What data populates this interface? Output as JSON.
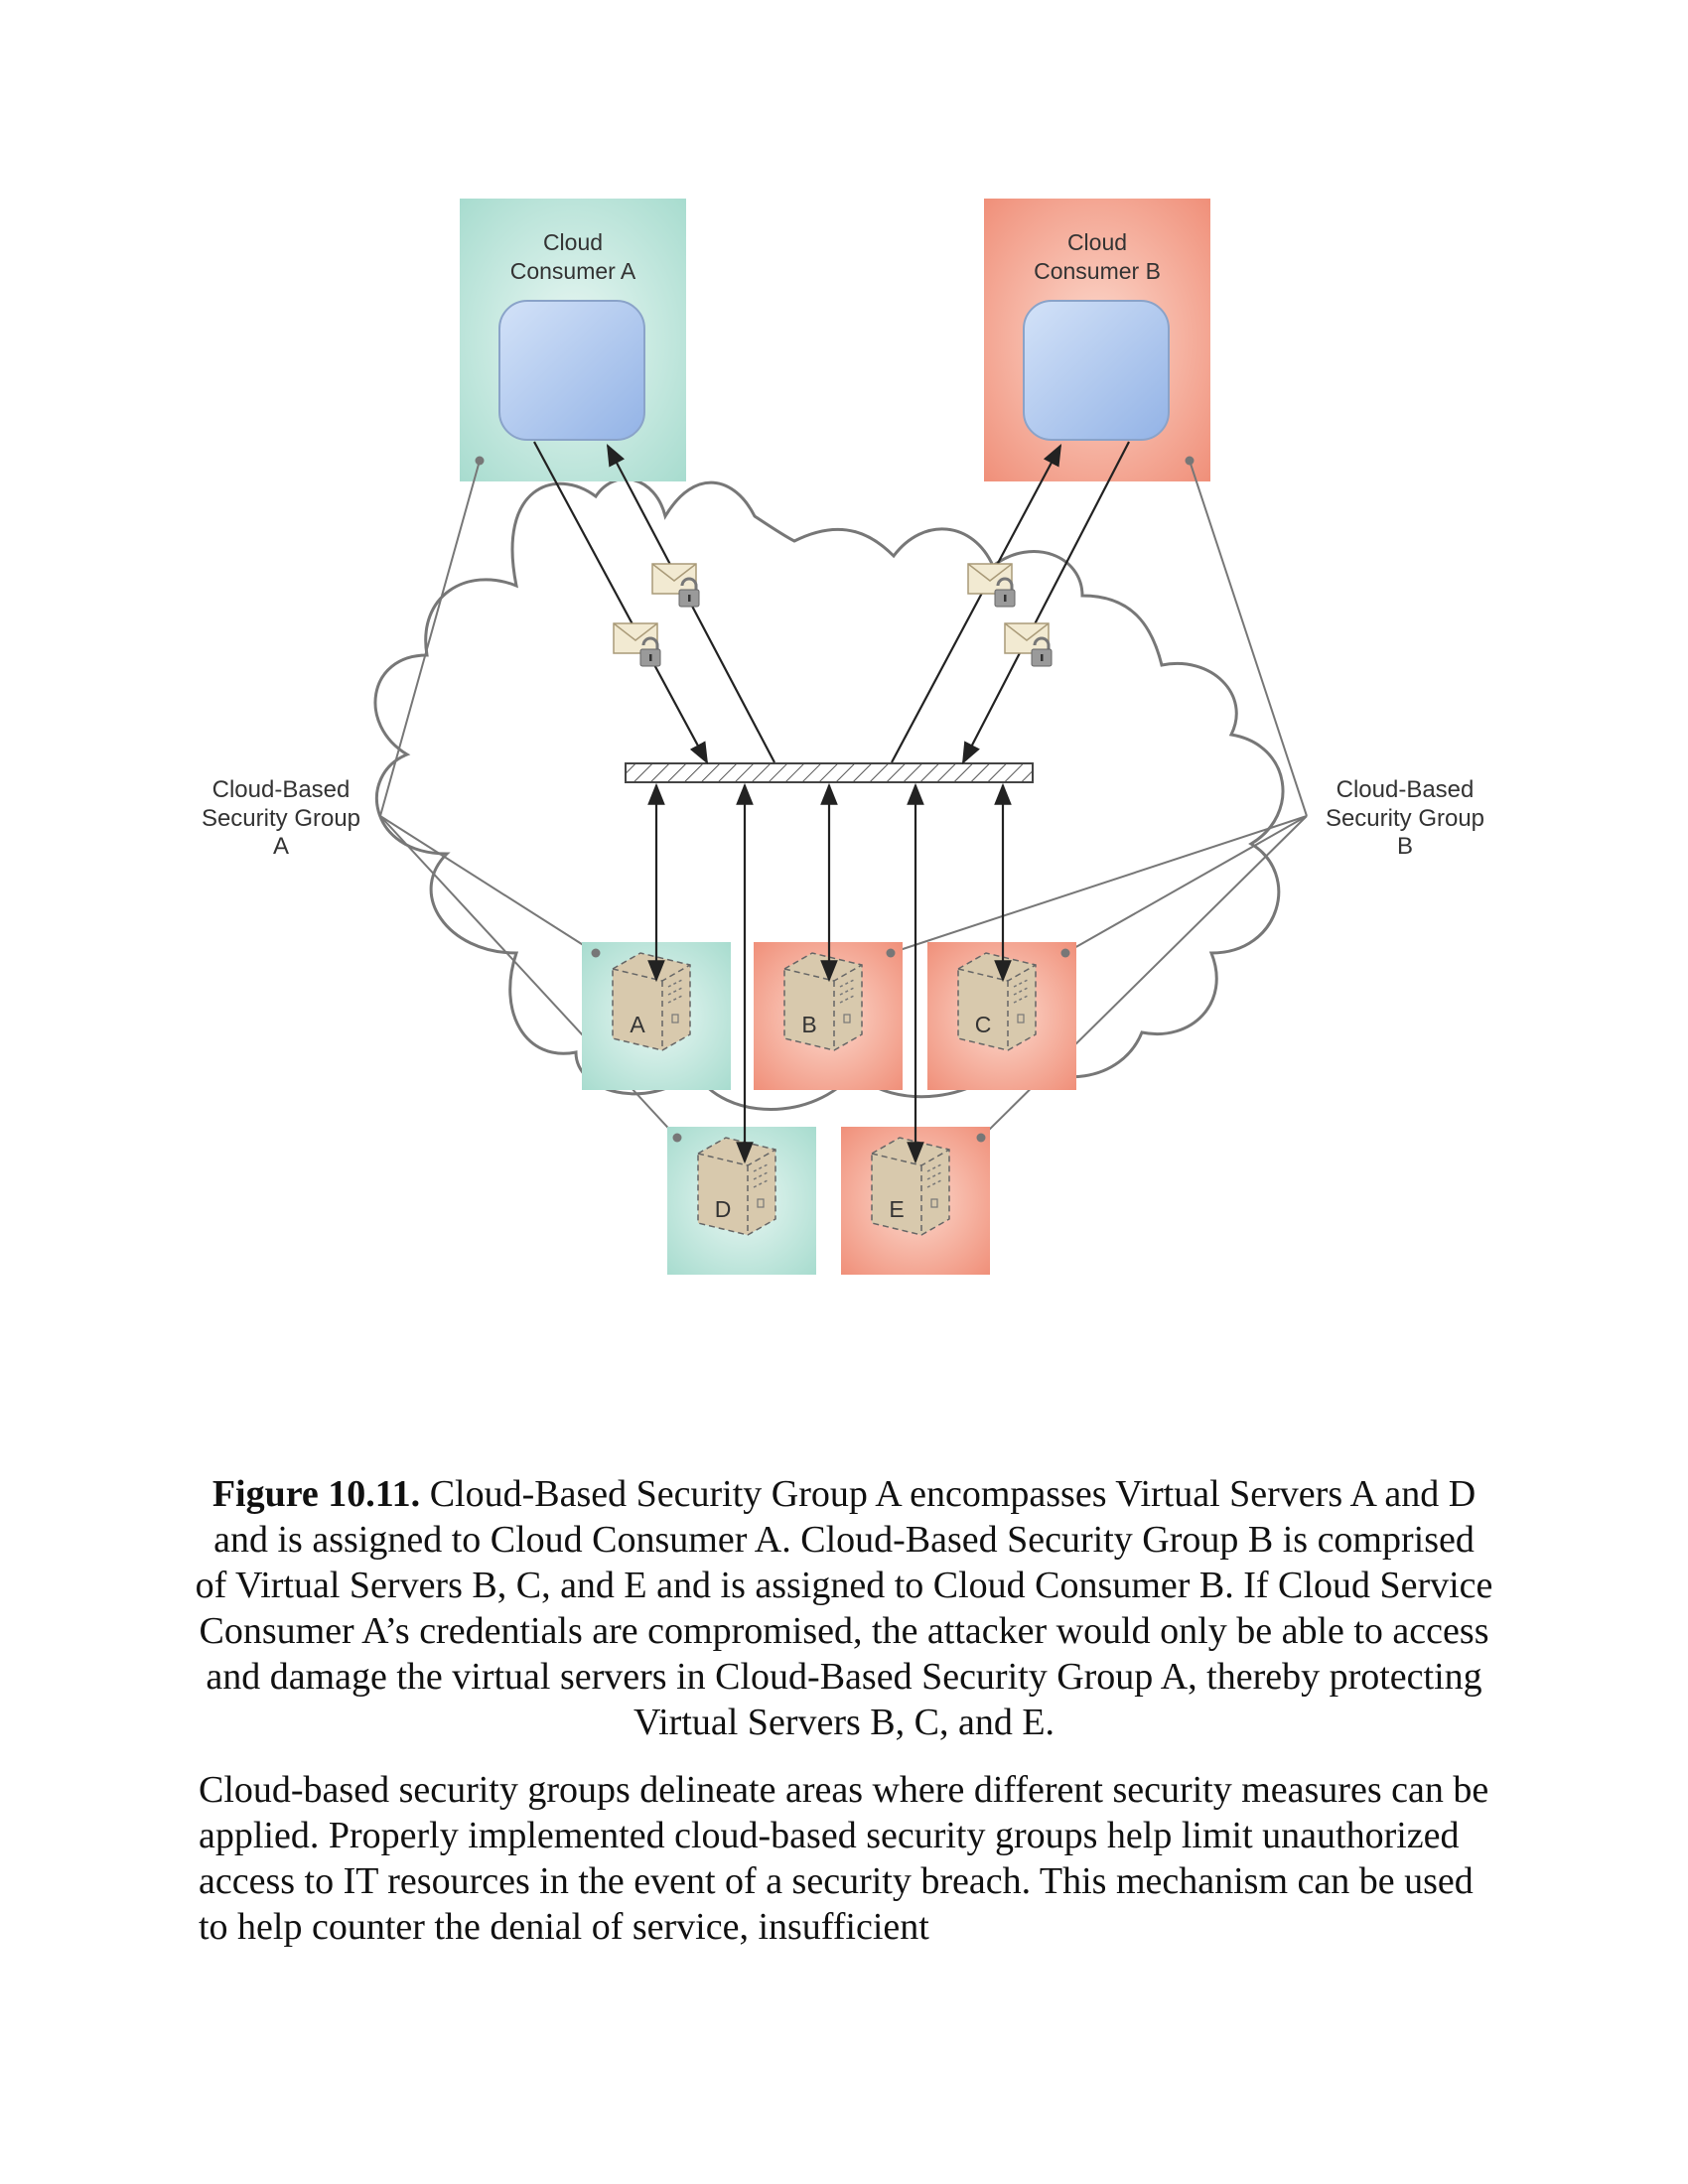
{
  "diagram": {
    "consumer_a": {
      "line1": "Cloud",
      "line2": "Consumer A"
    },
    "consumer_b": {
      "line1": "Cloud",
      "line2": "Consumer B"
    },
    "group_a": {
      "line1": "Cloud-Based",
      "line2": "Security Group",
      "line3": "A"
    },
    "group_b": {
      "line1": "Cloud-Based",
      "line2": "Security Group",
      "line3": "B"
    },
    "servers": [
      {
        "label": "A",
        "group": "A"
      },
      {
        "label": "B",
        "group": "B"
      },
      {
        "label": "C",
        "group": "B"
      },
      {
        "label": "D",
        "group": "A"
      },
      {
        "label": "E",
        "group": "B"
      }
    ],
    "colors": {
      "group_a": "#b5e2d8",
      "group_b": "#f2a48f",
      "server_body": "#d8c9ad",
      "consumer_screen": "#a8c4ec",
      "cloud_outline": "#777777"
    },
    "icons": [
      "encrypted-message-icon",
      "lock-icon",
      "virtual-server-icon",
      "cloud-icon"
    ]
  },
  "caption": {
    "label": "Figure 10.11.",
    "text": " Cloud-Based Security Group A encompasses Virtual Servers A and D and is assigned to Cloud Consumer A. Cloud-Based Security Group B is comprised of Virtual Servers B, C, and E and is assigned to Cloud Consumer B. If Cloud Service Consumer A’s credentials are compromised, the attacker would only be able to access and damage the virtual servers in Cloud-Based Security Group A, thereby protecting Virtual Servers B, C, and E."
  },
  "body": {
    "paragraph": "Cloud-based security groups delineate areas where different security measures can be applied. Properly implemented cloud-based security groups help limit unauthorized access to IT resources in the event of a security breach. This mechanism can be used to help counter the denial of service, insufficient"
  }
}
